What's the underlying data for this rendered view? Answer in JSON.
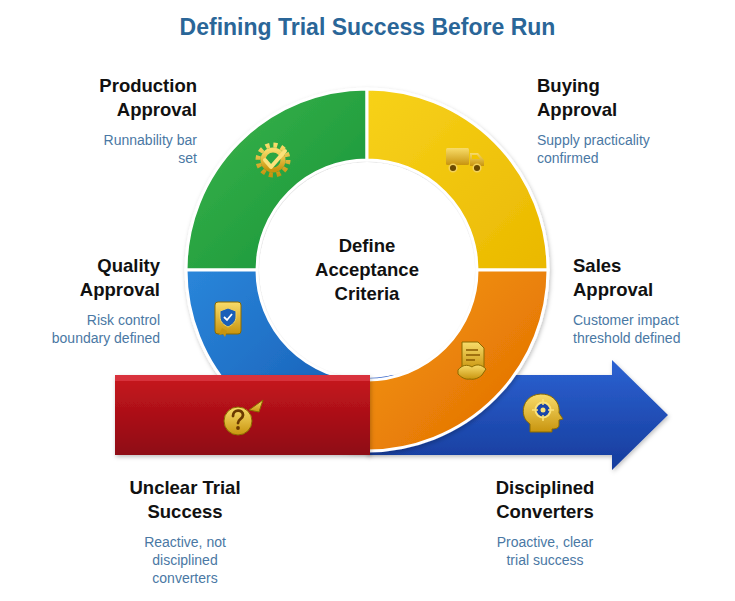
{
  "diagram": {
    "title": "Defining Trial Success Before Run",
    "nodes": [
      {
        "text": [
          "Production Approval",
          "Runnability bar set"
        ]
      },
      {
        "text": [
          "Buying Approval",
          "Supply practicality confirmed"
        ]
      },
      {
        "text": [
          "Define Acceptance Criteria"
        ]
      },
      {
        "text": [
          "Quality Approval",
          "Risk control boundary defined"
        ]
      },
      {
        "text": [
          "Sales Approval",
          "Customer impact threshold defined"
        ]
      },
      {
        "text": [
          "Unclear Trial Success",
          "Reactive, not disciplined converters"
        ]
      },
      {
        "text": [
          "Disciplined Converters",
          "Proactive, clear trial success"
        ]
      }
    ]
  }
}
